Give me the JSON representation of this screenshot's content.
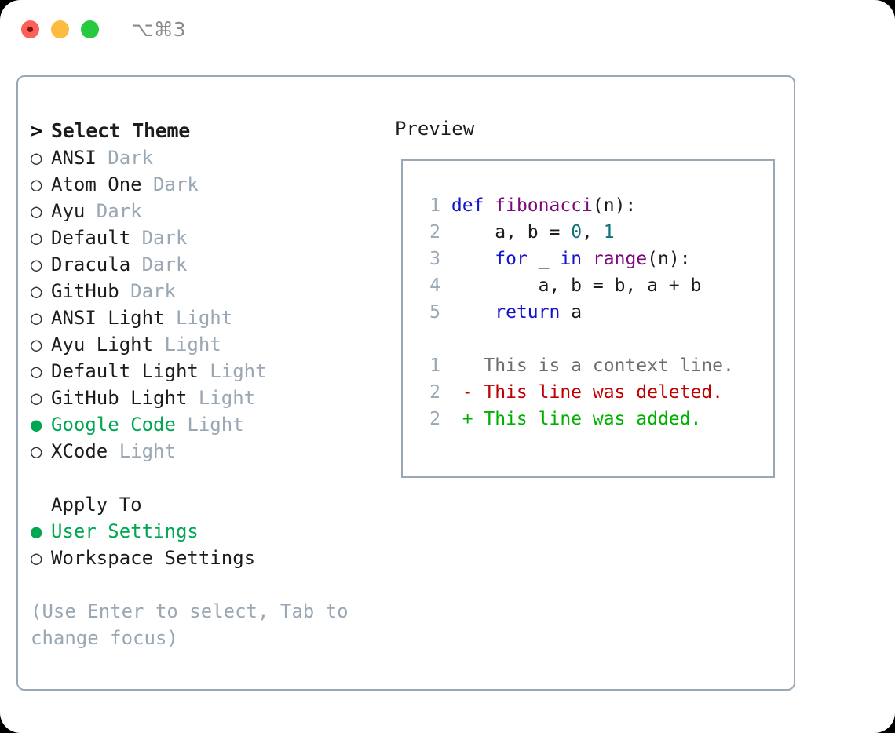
{
  "window": {
    "shortcut": "⌥⌘3",
    "traffic_lights": [
      "close-red",
      "minimize-yellow",
      "maximize-green"
    ]
  },
  "theme_picker": {
    "header_caret": ">",
    "header_label": "Select Theme",
    "marker_unselected": "○",
    "marker_selected": "●",
    "selected_theme": "Google Code",
    "items": [
      {
        "name": "ANSI",
        "variant": "Dark",
        "selected": false
      },
      {
        "name": "Atom One",
        "variant": "Dark",
        "selected": false
      },
      {
        "name": "Ayu",
        "variant": "Dark",
        "selected": false
      },
      {
        "name": "Default",
        "variant": "Dark",
        "selected": false
      },
      {
        "name": "Dracula",
        "variant": "Dark",
        "selected": false
      },
      {
        "name": "GitHub",
        "variant": "Dark",
        "selected": false
      },
      {
        "name": "ANSI Light",
        "variant": "Light",
        "selected": false
      },
      {
        "name": "Ayu Light",
        "variant": "Light",
        "selected": false
      },
      {
        "name": "Default Light",
        "variant": "Light",
        "selected": false
      },
      {
        "name": "GitHub Light",
        "variant": "Light",
        "selected": false
      },
      {
        "name": "Google Code",
        "variant": "Light",
        "selected": true
      },
      {
        "name": "XCode",
        "variant": "Light",
        "selected": false
      }
    ]
  },
  "apply_to": {
    "header_label": "Apply To",
    "selected_scope": "User Settings",
    "items": [
      {
        "name": "User Settings",
        "selected": true
      },
      {
        "name": "Workspace Settings",
        "selected": false
      }
    ]
  },
  "hint": {
    "line1": "(Use Enter to select, Tab to",
    "line2": "change focus)"
  },
  "preview": {
    "title": "Preview",
    "code_lines": [
      {
        "no": "1",
        "tokens": [
          {
            "t": "def ",
            "c": "kw"
          },
          {
            "t": "fibonacci",
            "c": "fn"
          },
          {
            "t": "(n):",
            "c": "pl"
          }
        ]
      },
      {
        "no": "2",
        "tokens": [
          {
            "t": "    a, b = ",
            "c": "pl"
          },
          {
            "t": "0",
            "c": "num"
          },
          {
            "t": ", ",
            "c": "pl"
          },
          {
            "t": "1",
            "c": "num"
          }
        ]
      },
      {
        "no": "3",
        "tokens": [
          {
            "t": "    ",
            "c": "pl"
          },
          {
            "t": "for",
            "c": "kw"
          },
          {
            "t": " _ ",
            "c": "pl"
          },
          {
            "t": "in",
            "c": "kw"
          },
          {
            "t": " ",
            "c": "pl"
          },
          {
            "t": "range",
            "c": "fn"
          },
          {
            "t": "(n):",
            "c": "pl"
          }
        ]
      },
      {
        "no": "4",
        "tokens": [
          {
            "t": "        a, b = b, a + b",
            "c": "pl"
          }
        ]
      },
      {
        "no": "5",
        "tokens": [
          {
            "t": "    ",
            "c": "pl"
          },
          {
            "t": "return",
            "c": "kw"
          },
          {
            "t": " a",
            "c": "pl"
          }
        ]
      }
    ],
    "diff_lines": [
      {
        "no": "1",
        "sign": " ",
        "text": "This is a context line.",
        "kind": "ctx"
      },
      {
        "no": "2",
        "sign": "-",
        "text": "This line was deleted.",
        "kind": "del"
      },
      {
        "no": "2",
        "sign": "+",
        "text": "This line was added.",
        "kind": "add"
      }
    ]
  },
  "colors": {
    "accent_green": "#00a651",
    "muted_blue_gray": "#9aa7b4",
    "keyword_blue": "#1414cc",
    "function_purple": "#7b0a7b",
    "number_teal": "#0d7377",
    "diff_deleted_red": "#c00000",
    "diff_added_green": "#00b000",
    "text_dark": "#1c1c1c"
  }
}
